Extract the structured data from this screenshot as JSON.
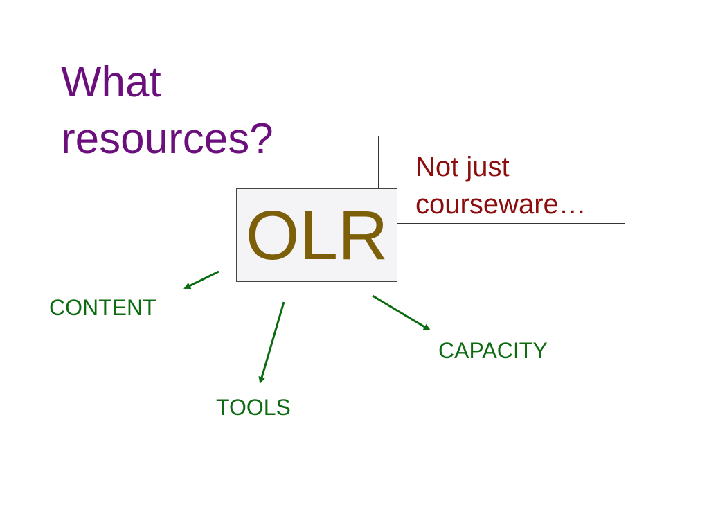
{
  "slide": {
    "title_line1": "What",
    "title_line2": "resources?"
  },
  "callout": {
    "line1": "Not just",
    "line2": "courseware…"
  },
  "center": {
    "label": "OLR"
  },
  "branches": {
    "content": "CONTENT",
    "tools": "TOOLS",
    "capacity": "CAPACITY"
  },
  "colors": {
    "title": "#6a0f7c",
    "callout_text": "#8b0d0d",
    "center_text": "#7d5f0a",
    "branch": "#0c6b10"
  }
}
